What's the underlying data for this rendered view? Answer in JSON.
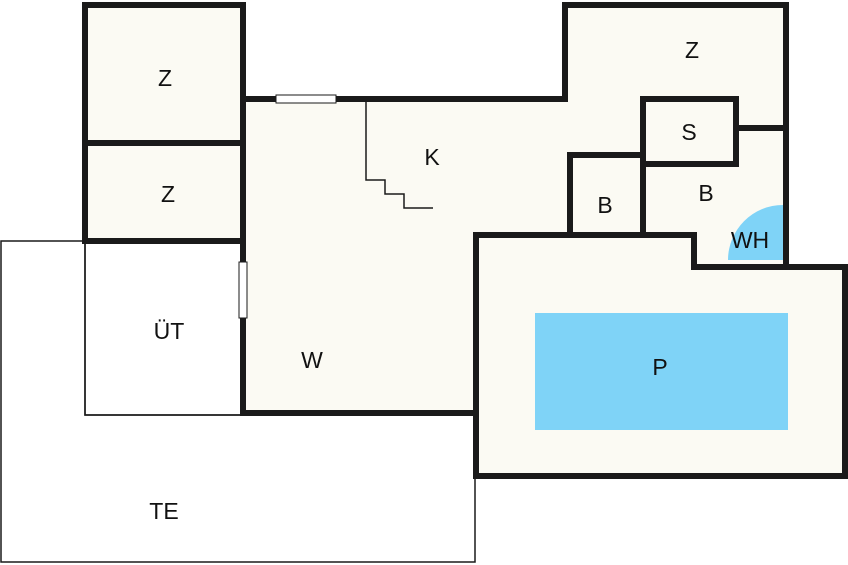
{
  "colors": {
    "floor": "#fbfaf3",
    "wall": "#1a1a1a",
    "water": "#7fd3f7"
  },
  "rooms": {
    "z_top_left": "Z",
    "z_mid_left": "Z",
    "z_top_right": "Z",
    "s": "S",
    "k": "K",
    "b_left": "B",
    "b_right": "B",
    "wh": "WH",
    "ut": "ÜT",
    "w": "W",
    "p": "P",
    "te": "TE"
  }
}
